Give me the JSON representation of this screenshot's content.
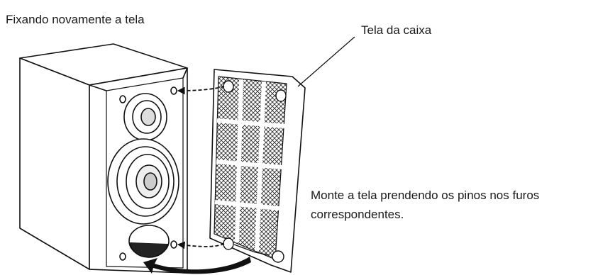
{
  "title": "Fixando novamente a tela",
  "callout": "Tela da caixa",
  "instruction": {
    "line1": "Monte a tela prendendo os pinos nos furos",
    "line2": "correspondentes."
  },
  "icons": [
    "speaker-cabinet",
    "speaker-grille",
    "dashed-arrow",
    "curved-arrow"
  ]
}
